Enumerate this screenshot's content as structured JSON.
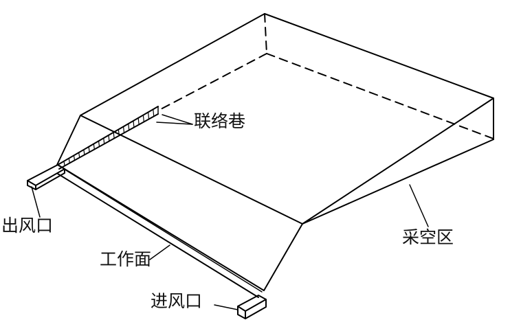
{
  "labels": {
    "contact_roadway": "联络巷",
    "air_outlet": "出风口",
    "working_face": "工作面",
    "air_inlet": "进风口",
    "goaf": "采空区"
  },
  "colors": {
    "stroke": "#000000",
    "background": "#ffffff"
  }
}
